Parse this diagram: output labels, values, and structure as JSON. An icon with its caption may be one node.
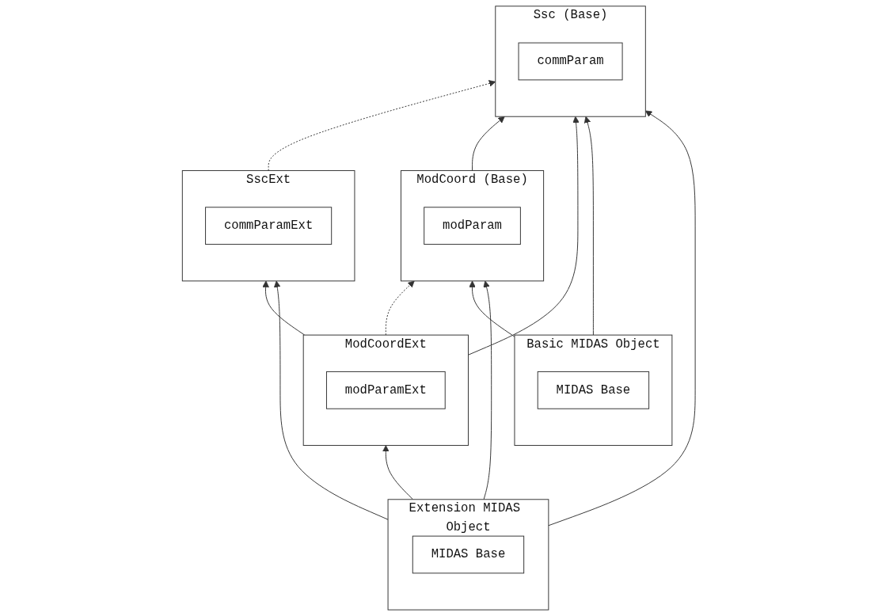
{
  "diagram": {
    "nodes": [
      {
        "text": [
          "Ssc (Base)"
        ]
      },
      {
        "text": [
          "commParam"
        ],
        "in": 0
      },
      {
        "text": [
          "SscExt"
        ]
      },
      {
        "text": [
          "commParamExt"
        ],
        "in": 2
      },
      {
        "text": [
          "ModCoord (Base)"
        ]
      },
      {
        "text": [
          "modParam"
        ],
        "in": 4
      },
      {
        "text": [
          "ModCoordExt"
        ]
      },
      {
        "text": [
          "modParamExt"
        ],
        "in": 6
      },
      {
        "text": [
          "Basic MIDAS Object"
        ]
      },
      {
        "text": [
          "MIDAS Base"
        ],
        "in": 8
      },
      {
        "text": [
          "Extension MIDAS Object"
        ]
      },
      {
        "text": [
          "MIDAS Base"
        ],
        "in": 10
      }
    ],
    "edges": [
      {
        "from": 2,
        "to": 0,
        "arrow": "to",
        "style": "dashed"
      },
      {
        "from": 4,
        "to": 0,
        "arrow": "to"
      },
      {
        "from": 6,
        "to": 0,
        "arrow": "to"
      },
      {
        "from": 8,
        "to": 0,
        "arrow": "to"
      },
      {
        "from": 10,
        "to": 0,
        "arrow": "to"
      },
      {
        "from": 6,
        "to": 2,
        "arrow": "to"
      },
      {
        "from": 10,
        "to": 2,
        "arrow": "to"
      },
      {
        "from": 6,
        "to": 4,
        "arrow": "to",
        "style": "dashed"
      },
      {
        "from": 8,
        "to": 4,
        "arrow": "to"
      },
      {
        "from": 10,
        "to": 4,
        "arrow": "to"
      },
      {
        "from": 10,
        "to": 6,
        "arrow": "to"
      }
    ]
  }
}
